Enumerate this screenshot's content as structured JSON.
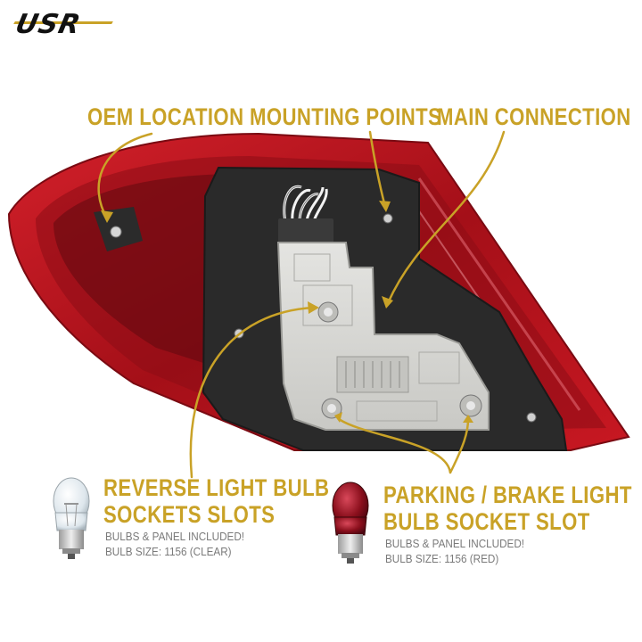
{
  "brand": {
    "logo_text": "USR",
    "accent_color": "#c9a227"
  },
  "callouts": {
    "oem_mounting": "OEM LOCATION MOUNTING POINTS",
    "main_connection": "MAIN CONNECTION",
    "reverse_title_line1": "REVERSE LIGHT BULB",
    "reverse_title_line2": "SOCKETS SLOTS",
    "reverse_note_line1": "BULBS & PANEL INCLUDED!",
    "reverse_note_line2": "BULB SIZE: 1156 (CLEAR)",
    "parking_title_line1": "PARKING / BRAKE LIGHT",
    "parking_title_line2": "BULB SOCKET SLOT",
    "parking_note_line1": "BULBS & PANEL INCLUDED!",
    "parking_note_line2": "BULB SIZE: 1156 (RED)"
  },
  "colors": {
    "lens_red": "#b0101a",
    "lens_dark": "#6e0a10",
    "gasket": "#2a2a2a",
    "socket_panel": "#d9d9d6",
    "clear_bulb": "#e8eef2",
    "red_bulb": "#8a0f1c"
  }
}
